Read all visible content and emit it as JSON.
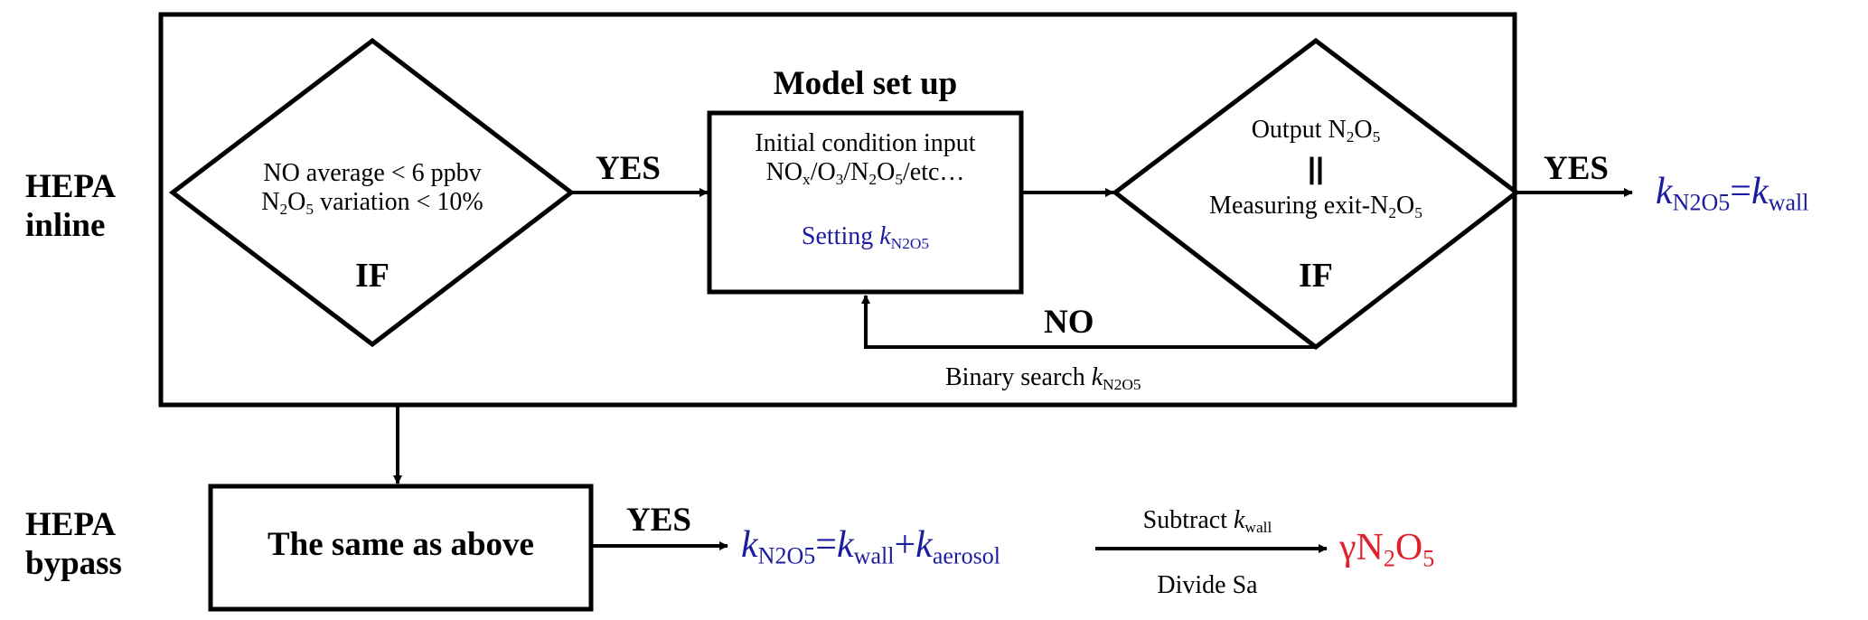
{
  "colors": {
    "line": "#000000",
    "accent_blue": "#1c1ca0",
    "accent_red": "#e0202a"
  },
  "row_labels": {
    "inline_1": "HEPA",
    "inline_2": "inline",
    "bypass_1": "HEPA",
    "bypass_2": "bypass"
  },
  "if_left": {
    "line1": "NO average < 6 ppbv",
    "line2_pre": "N",
    "line2_sub": "2",
    "line2_mid": "O",
    "line2_sub2": "5",
    "line2_post": " variation < 10%",
    "tag": "IF"
  },
  "model": {
    "title": "Model set up",
    "line1": "Initial condition input",
    "line2": {
      "a": "NO",
      "a_sub": "x",
      "b": "/O",
      "b_sub": "3",
      "c": "/N",
      "c_sub": "2",
      "d": "O",
      "d_sub": "5",
      "e": "/etc…"
    },
    "setting_pre": "Setting ",
    "setting_k": "k",
    "setting_sub": "N2O5"
  },
  "if_right": {
    "out_pre": "Output N",
    "out_sub": "2",
    "out_mid": "O",
    "out_sub2": "5",
    "equals": "||",
    "meas_pre": "Measuring exit-N",
    "meas_sub": "2",
    "meas_mid": "O",
    "meas_sub2": "5",
    "tag": "IF"
  },
  "edges": {
    "yes_1": "YES",
    "yes_2": "YES",
    "yes_3": "YES",
    "no": "NO",
    "binary_pre": "Binary search ",
    "binary_k": "k",
    "binary_sub": "N2O5"
  },
  "result_inline": {
    "k": "k",
    "k_sub": "N2O5",
    "eq": "=",
    "k2": "k",
    "k2_sub": "wall"
  },
  "bypass_box": "The same as above",
  "result_bypass": {
    "k": "k",
    "k_sub": "N2O5",
    "eq": "=",
    "k2": "k",
    "k2_sub": "wall",
    "plus": "+",
    "k3": "k",
    "k3_sub": "aerosol"
  },
  "subtract": {
    "pre": "Subtract ",
    "k": "k",
    "k_sub": "wall",
    "divide": "Divide Sa"
  },
  "gamma": {
    "sym": "γN",
    "sub": "2",
    "mid": "O",
    "sub2": "5"
  }
}
